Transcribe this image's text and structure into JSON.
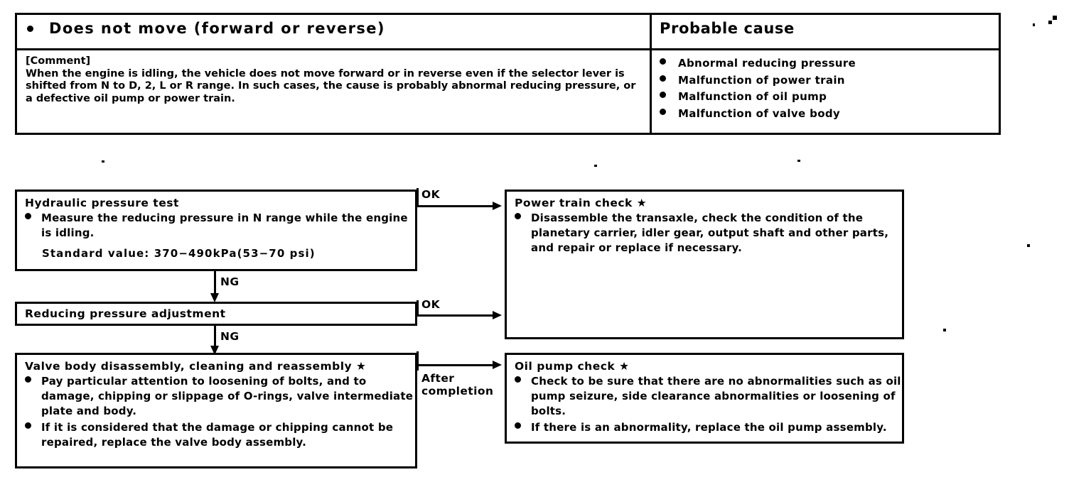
{
  "symptom_table": {
    "symptom_title": "Does not move (forward or reverse)",
    "cause_title": "Probable cause",
    "comment_tag": "[Comment]",
    "comment_body": "When the engine is idling, the vehicle does not move forward or in reverse even if the selector lever is shifted from N to D, 2, L or R range.  In such cases, the cause is probably abnormal reducing pressure, or a defective oil pump or power train.",
    "causes": [
      "Abnormal reducing pressure",
      "Malfunction of power train",
      "Malfunction of oil pump",
      "Malfunction of valve body"
    ]
  },
  "flow": {
    "hydraulic": {
      "title": "Hydraulic pressure test",
      "item1": "Measure the reducing pressure in N range while the engine is idling.",
      "standard": "Standard value: 370−490kPa(53−70 psi)"
    },
    "reducing": {
      "title": "Reducing pressure adjustment"
    },
    "valve_body": {
      "title": "Valve body disassembly, cleaning and reassembly ★",
      "item1": "Pay particular attention to loosening of bolts, and to damage, chipping or slippage of O-rings, valve intermediate plate and body.",
      "item2": "If it is considered that the damage or chipping cannot be repaired, replace the valve body assembly."
    },
    "power_train": {
      "title": "Power train check ★",
      "item1": "Disassemble the transaxle, check the condition of the planetary carrier, idler gear, output shaft and other parts, and repair or replace if necessary."
    },
    "oil_pump": {
      "title": "Oil pump check ★",
      "item1": "Check to be sure that there are no abnormalities such as oil pump seizure, side clearance abnormalities or loosening of bolts.",
      "item2": "If there is an abnormality, replace the oil pump assembly."
    },
    "connectors": {
      "ok_top": "OK",
      "ok_mid": "OK",
      "ng_top": "NG",
      "ng_bottom": "NG",
      "after_completion": "After\ncompletion"
    }
  },
  "colors": {
    "ink": "#000000",
    "paper": "#ffffff"
  }
}
